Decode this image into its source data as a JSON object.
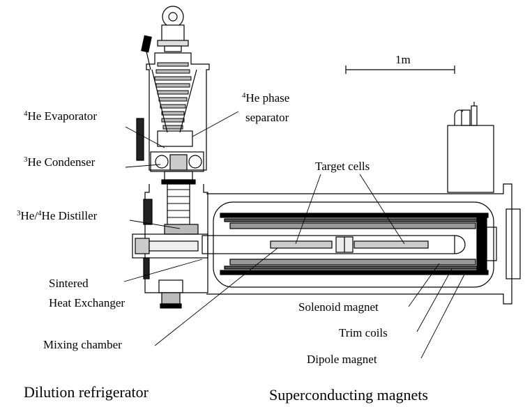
{
  "scale_bar": {
    "label": "1m"
  },
  "labels": {
    "he4_phase_separator": {
      "iso": "4",
      "line1": "He phase",
      "line2": "separator"
    },
    "he4_evaporator": {
      "iso": "4",
      "text": "He Evaporator"
    },
    "he3_condenser": {
      "iso": "3",
      "text": "He Condenser"
    },
    "distiller": {
      "iso1": "3",
      "mid": "He/",
      "iso2": "4",
      "text": "He Distiller"
    },
    "sintered_line1": "Sintered",
    "sintered_line2": "Heat Exchanger",
    "mixing_chamber": "Mixing chamber",
    "target_cells": "Target cells",
    "solenoid_magnet": "Solenoid magnet",
    "trim_coils": "Trim coils",
    "dipole_magnet": "Dipole magnet"
  },
  "captions": {
    "left": "Dilution refrigerator",
    "right": "Superconducting magnets"
  }
}
